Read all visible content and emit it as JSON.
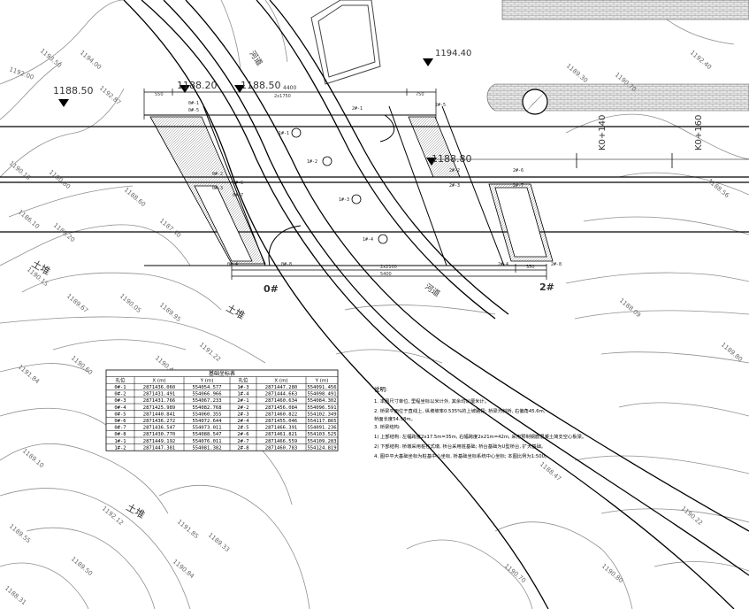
{
  "elevations": {
    "e1": "1194.40",
    "e2": "1188.50",
    "e3": "1188.50",
    "e4": "1188.20",
    "e5": "1188.80"
  },
  "stations": {
    "k1": "K0+140",
    "k2": "K0+160"
  },
  "pier_labels": {
    "left": "0#",
    "right": "2#"
  },
  "river_labels": {
    "top": "河道",
    "bottom": "河道"
  },
  "dims": {
    "top_total": "4400",
    "top_left": "550",
    "top_mid": "2x1750",
    "top_right": "750",
    "bot_mid": "2x2100",
    "bot_total": "5400",
    "bot_right": "350"
  },
  "pile_labels": [
    "0#-1",
    "0#-2",
    "0#-3",
    "0#-4",
    "0#-5",
    "0#-6",
    "0#-7",
    "0#-8",
    "1#-1",
    "1#-2",
    "1#-3",
    "1#-4",
    "2#-1",
    "2#-2",
    "2#-3",
    "2#-4",
    "2#-5",
    "2#-6",
    "2#-7",
    "2#-8"
  ],
  "table": {
    "title": "基础坐标表",
    "headers": [
      "孔位",
      "X (m)",
      "Y (m)",
      "孔位",
      "X (m)",
      "Y (m)"
    ],
    "rows": [
      [
        "0#-1",
        "2871436.060",
        "554054.577",
        "1#-3",
        "2871447.280",
        "554091.456"
      ],
      [
        "0#-2",
        "2871431.491",
        "554066.966",
        "1#-4",
        "2871444.663",
        "554098.491"
      ],
      [
        "0#-3",
        "2871431.766",
        "554067.233",
        "2#-1",
        "2871460.634",
        "554084.302"
      ],
      [
        "0#-4",
        "2871425.989",
        "554082.768",
        "2#-2",
        "2871456.084",
        "554096.591"
      ],
      [
        "0#-5",
        "2871440.841",
        "554060.355",
        "2#-3",
        "2871460.822",
        "554102.349"
      ],
      [
        "0#-6",
        "2871436.272",
        "554072.644",
        "2#-4",
        "2871455.046",
        "554117.865"
      ],
      [
        "0#-7",
        "2871436.547",
        "554073.011",
        "2#-5",
        "2871466.391",
        "554091.236"
      ],
      [
        "0#-8",
        "2871430.770",
        "554088.547",
        "2#-6",
        "2871461.821",
        "554103.525"
      ],
      [
        "1#-1",
        "2871449.192",
        "554076.011",
        "2#-7",
        "2871466.559",
        "554109.283"
      ],
      [
        "1#-2",
        "2871447.381",
        "554081.382",
        "2#-8",
        "2871460.783",
        "554124.819"
      ]
    ]
  },
  "notes": {
    "heading": "说明:",
    "lines": [
      "1. 本图尺寸单位, 里程坐标以米计外, 其余均以厘米计。",
      "2. 桥梁平面位于直线上, 纵坡坡率0.535%的上坡路段; 桥梁为斜桥, 右偏角45.6m,",
      "   桥面长度54.58m。",
      "3. 桥梁结构:",
      "1) 上部结构: 左幅跨度2x17.5m=35m, 右幅跨度2x21m=42m, 采用预制钢筋混凝土简支空心板梁。",
      "2) 下部结构: 桥墩采用桩柱式墩, 桥台采用桩基础; 桥台基础为U型桥台, 扩大基础。",
      "4. 图中平大基础坐标为桩基中心坐标, 桥基础坐标系统中心坐标; 本图比例为1:500。"
    ]
  },
  "contours": [
    "1192.00",
    "1193.50",
    "1194.00",
    "1192.87",
    "1190.15",
    "1190.80",
    "1188.60",
    "1187.40",
    "1186.10",
    "1189.20",
    "1190.15",
    "1189.67",
    "1189.95",
    "1190.05",
    "1190.45",
    "1191.22",
    "1191.84",
    "1190.60",
    "1189.10",
    "1192.12",
    "1191.85",
    "1189.33",
    "1189.55",
    "1190.84",
    "1188.31",
    "1189.50",
    "1189.30",
    "1190.70",
    "1192.40",
    "1188.56",
    "1188.09",
    "1189.80",
    "1190.22",
    "1190.70",
    "1190.80",
    "1188.47"
  ],
  "terrain_labels": [
    "土堆",
    "土堆",
    "土堆"
  ],
  "colors": {
    "ink": "#000000",
    "contour": "#8a8a8a",
    "paper": "#ffffff"
  }
}
